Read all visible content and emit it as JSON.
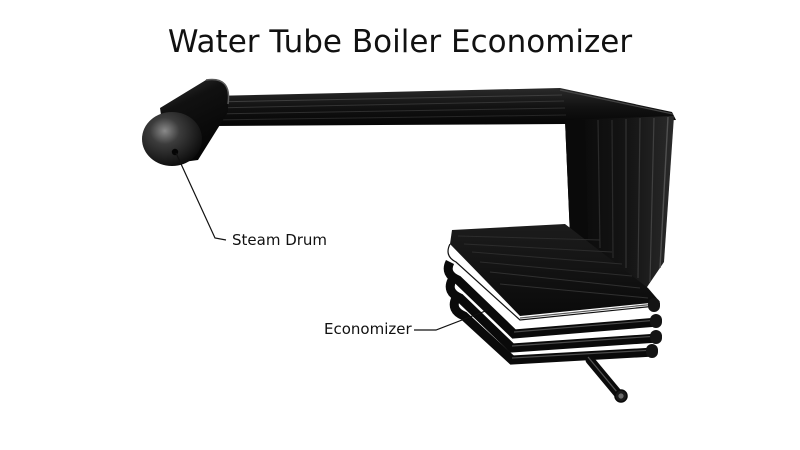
{
  "title": "Water Tube Boiler Economizer",
  "labels": {
    "steam_drum": "Steam Drum",
    "economizer": "Economizer"
  },
  "colors": {
    "background": "#ffffff",
    "tube_dark": "#0b0b0b",
    "tube_highlight": "#4a4a4a",
    "text": "#111111"
  }
}
